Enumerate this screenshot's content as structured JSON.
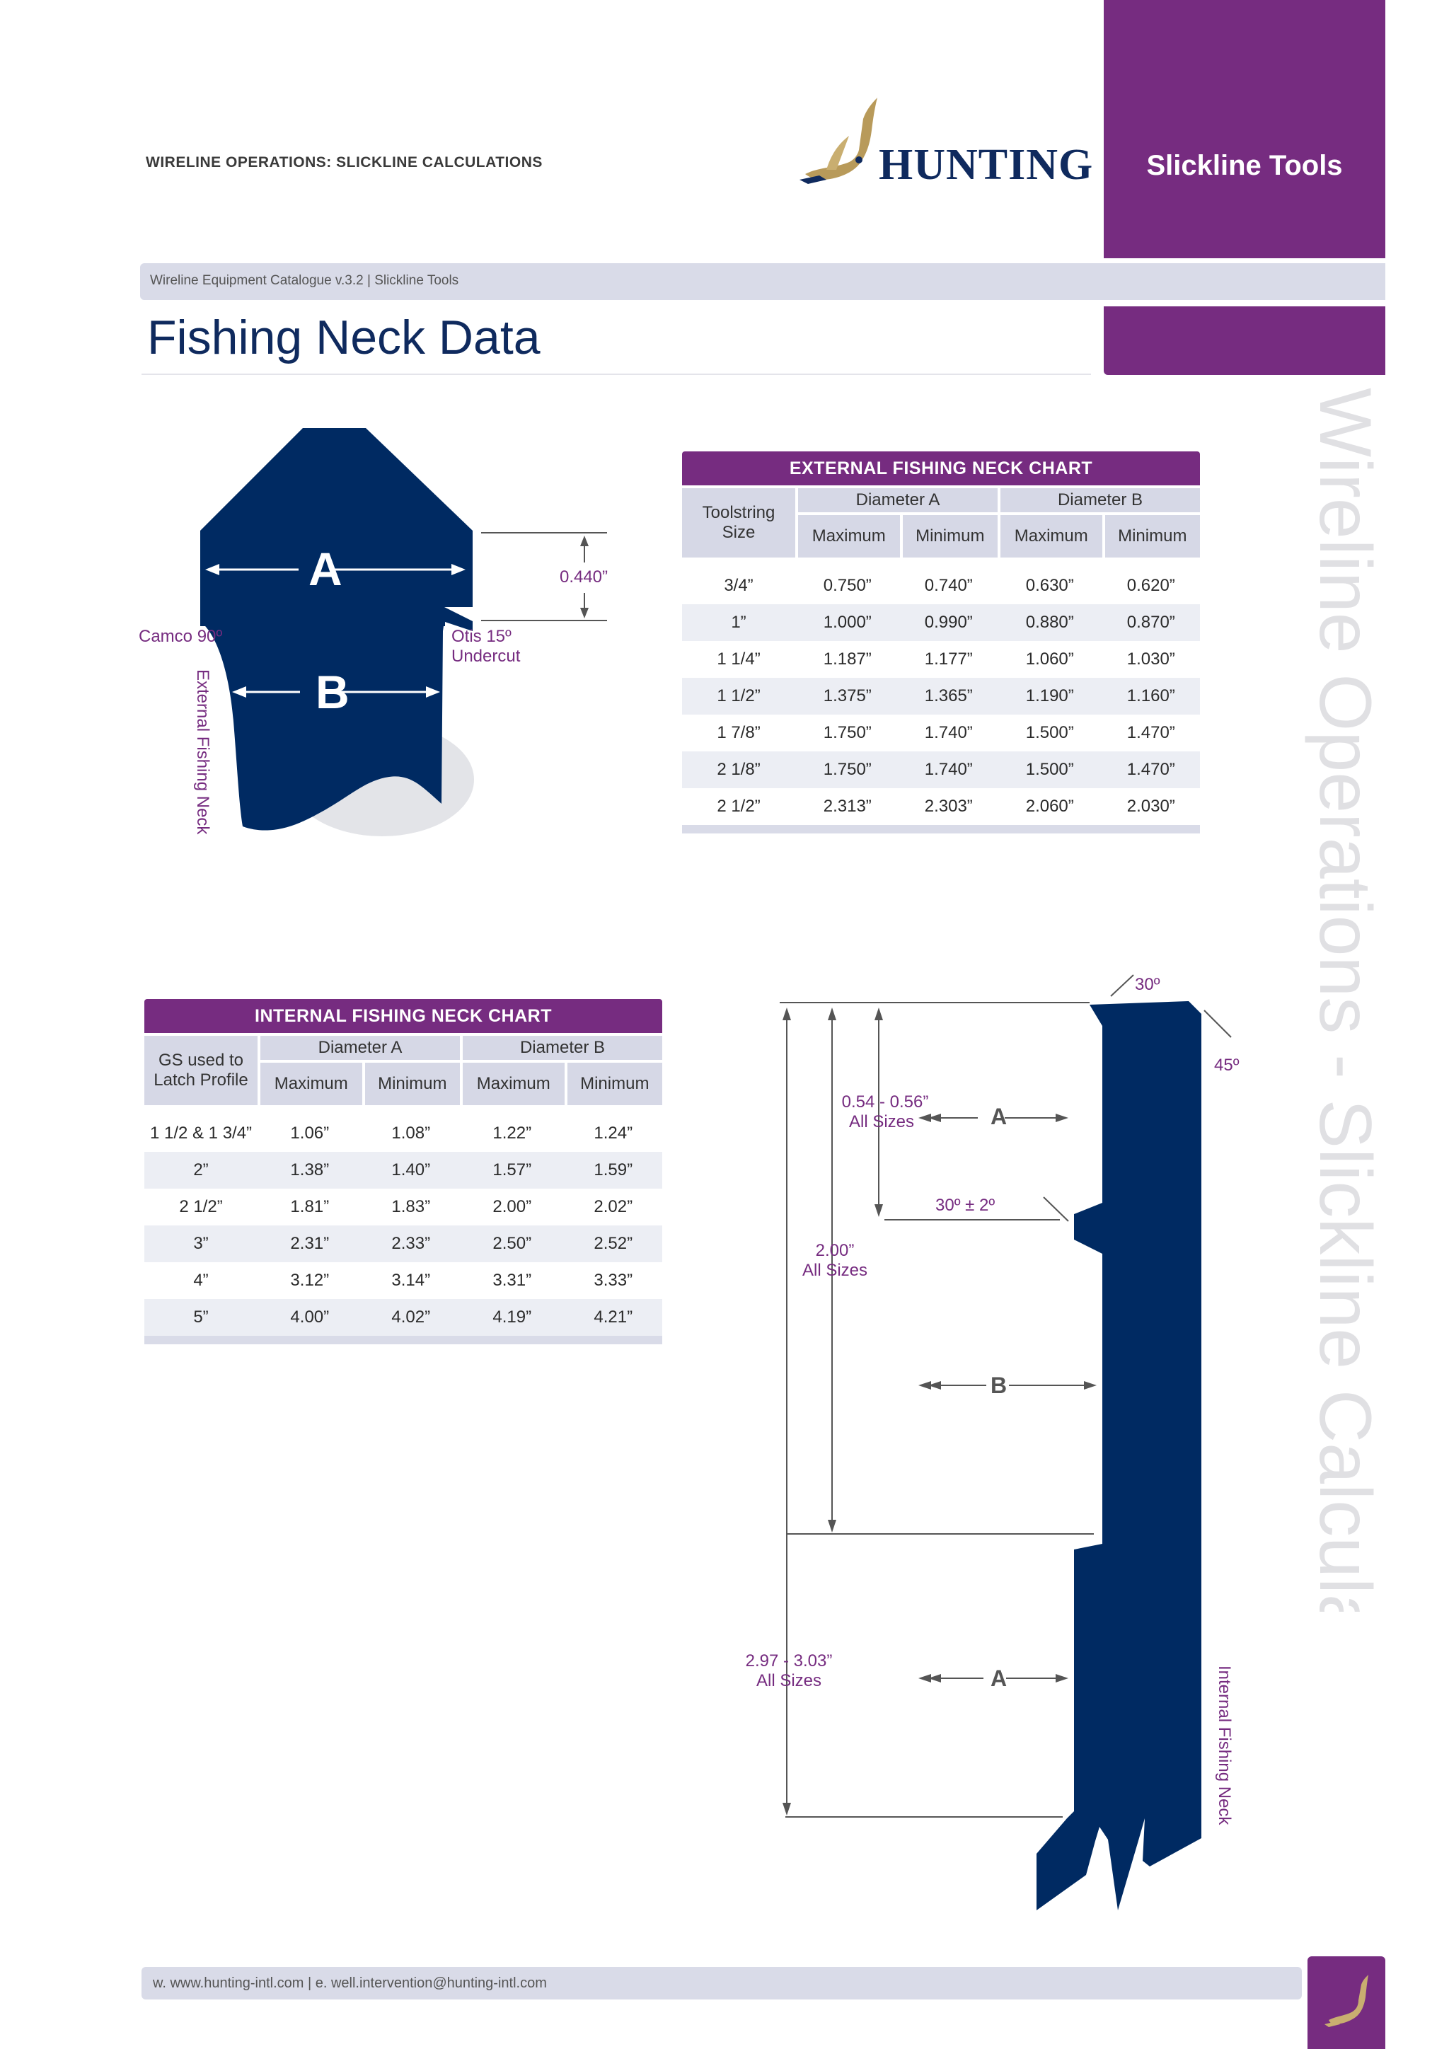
{
  "header": {
    "section_title": "WIRELINE OPERATIONS: SLICKLINE CALCULATIONS",
    "brand": "HUNTING",
    "tab_label": "Slickline Tools"
  },
  "breadcrumb": "Wireline Equipment Catalogue v.3.2 | Slickline Tools",
  "page_title": "Fishing Neck Data",
  "side_title": "Wireline Operations - Slickline Calculations",
  "external_diagram": {
    "dim_a": "A",
    "dim_b": "B",
    "height": "0.440”",
    "left_label": "Camco 90º",
    "right_label_1": "Otis 15º",
    "right_label_2": "Undercut",
    "caption": "External Fishing Neck"
  },
  "external_chart": {
    "title": "EXTERNAL FISHING NECK CHART",
    "col_first_1": "Toolstring",
    "col_first_2": "Size",
    "group_a": "Diameter A",
    "group_b": "Diameter B",
    "sub_max": "Maximum",
    "sub_min": "Minimum",
    "rows": [
      [
        "3/4”",
        "0.750”",
        "0.740”",
        "0.630”",
        "0.620”"
      ],
      [
        "1”",
        "1.000”",
        "0.990”",
        "0.880”",
        "0.870”"
      ],
      [
        "1 1/4”",
        "1.187”",
        "1.177”",
        "1.060”",
        "1.030”"
      ],
      [
        "1 1/2”",
        "1.375”",
        "1.365”",
        "1.190”",
        "1.160”"
      ],
      [
        "1 7/8”",
        "1.750”",
        "1.740”",
        "1.500”",
        "1.470”"
      ],
      [
        "2 1/8”",
        "1.750”",
        "1.740”",
        "1.500”",
        "1.470”"
      ],
      [
        "2 1/2”",
        "2.313”",
        "2.303”",
        "2.060”",
        "2.030”"
      ]
    ]
  },
  "internal_chart": {
    "title": "INTERNAL FISHING NECK CHART",
    "col_first_1": "GS used to",
    "col_first_2": "Latch Profile",
    "group_a": "Diameter A",
    "group_b": "Diameter B",
    "sub_max": "Maximum",
    "sub_min": "Minimum",
    "rows": [
      [
        "1 1/2 & 1 3/4”",
        "1.06”",
        "1.08”",
        "1.22”",
        "1.24”"
      ],
      [
        "2”",
        "1.38”",
        "1.40”",
        "1.57”",
        "1.59”"
      ],
      [
        "2 1/2”",
        "1.81”",
        "1.83”",
        "2.00”",
        "2.02”"
      ],
      [
        "3”",
        "2.31”",
        "2.33”",
        "2.50”",
        "2.52”"
      ],
      [
        "4”",
        "3.12”",
        "3.14”",
        "3.31”",
        "3.33”"
      ],
      [
        "5”",
        "4.00”",
        "4.02”",
        "4.19”",
        "4.21”"
      ]
    ]
  },
  "internal_diagram": {
    "angle_top": "30º",
    "angle_right": "45º",
    "dim1_1": "0.54 - 0.56”",
    "dim1_2": "All Sizes",
    "dim_a": "A",
    "angle_mid": "30º ± 2º",
    "dim2_1": "2.00”",
    "dim2_2": "All Sizes",
    "dim_b": "B",
    "dim3_1": "2.97 - 3.03”",
    "dim3_2": "All Sizes",
    "dim_a2": "A",
    "caption": "Internal Fishing Neck"
  },
  "footer": {
    "text": "w. www.hunting-intl.com  |  e. well.intervention@hunting-intl.com"
  },
  "colors": {
    "purple": "#762c80",
    "navy": "#0f2a5e",
    "neck_blue": "#002a62",
    "gold": "#b89a5a"
  }
}
